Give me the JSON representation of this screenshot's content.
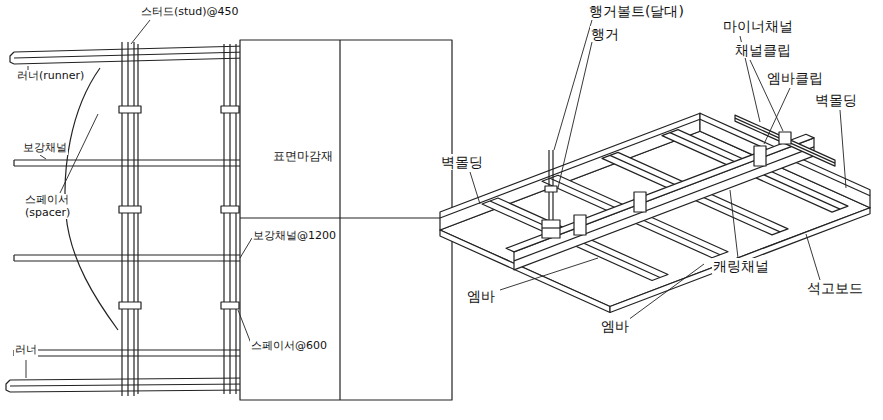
{
  "diagram": {
    "labels": [
      "스터드(stud)@450",
      "러너(runner)",
      "보강채널",
      "스페이서 (spacer)",
      "표면마감재",
      "보강채널@1200",
      "스페이서@600",
      "러너",
      "행거볼트(달대)",
      "행거",
      "마이너채널",
      "채널클립",
      "벽몰딩",
      "엠바클립",
      "벽몰딩",
      "캐링채널",
      "석고보드",
      "엠바",
      "엠바"
    ]
  }
}
